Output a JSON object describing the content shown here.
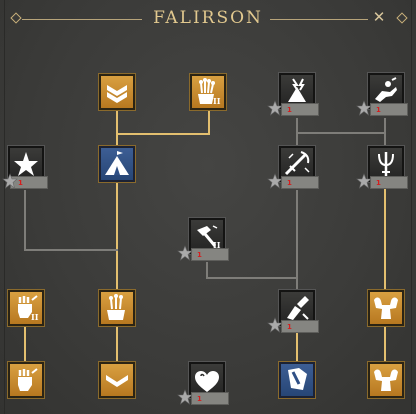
{
  "header": {
    "title": "FALIRSON",
    "close_glyph": "✕"
  },
  "colors": {
    "gold_path": "#e3bf6f",
    "grey_path": "#7e7d79",
    "gold_tile": "#c88c2f",
    "blue_tile": "#2f5086",
    "dark_tile": "#2e2e2c",
    "rank_red": "#d51e1e",
    "title_gold": "#e2c98f"
  },
  "nodes": [
    {
      "id": "rank-chevron",
      "icon": "chevron-rank-icon",
      "state": "unlocked"
    },
    {
      "id": "harvest-ii",
      "icon": "wheat-basket-icon",
      "state": "unlocked",
      "tier": "II"
    },
    {
      "id": "lightning-camp",
      "icon": "lightning-tent-icon",
      "state": "locked",
      "rank": "1"
    },
    {
      "id": "horse-rider",
      "icon": "rider-icon",
      "state": "locked",
      "rank": "1"
    },
    {
      "id": "star-bonus",
      "icon": "star-icon",
      "state": "locked",
      "rank": "1"
    },
    {
      "id": "war-tent",
      "icon": "war-tent-icon",
      "state": "selected"
    },
    {
      "id": "sword-hit",
      "icon": "sword-strike-icon",
      "state": "locked",
      "rank": "1"
    },
    {
      "id": "trident",
      "icon": "trident-icon",
      "state": "locked",
      "rank": "1"
    },
    {
      "id": "hammer-ii",
      "icon": "hammer-icon",
      "state": "locked",
      "rank": "1",
      "tier": "II"
    },
    {
      "id": "fist-build-ii",
      "icon": "fist-build-icon",
      "state": "unlocked",
      "tier": "II"
    },
    {
      "id": "harvest-2",
      "icon": "wheat-basket-icon",
      "state": "unlocked"
    },
    {
      "id": "construct",
      "icon": "crane-build-icon",
      "state": "locked",
      "rank": "1"
    },
    {
      "id": "strength",
      "icon": "muscle-icon",
      "state": "unlocked"
    },
    {
      "id": "fist-build",
      "icon": "fist-build-icon",
      "state": "unlocked"
    },
    {
      "id": "chevron-down",
      "icon": "chevron-down-icon",
      "state": "unlocked"
    },
    {
      "id": "hearts",
      "icon": "hearts-icon",
      "state": "locked",
      "rank": "1"
    },
    {
      "id": "shield-blue",
      "icon": "shield-icon",
      "state": "selected"
    },
    {
      "id": "strength-2",
      "icon": "muscle-icon",
      "state": "unlocked"
    }
  ]
}
